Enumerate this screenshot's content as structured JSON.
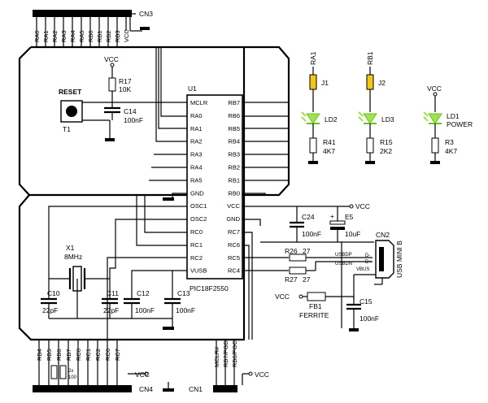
{
  "connectors": {
    "cn3": {
      "name": "CN3",
      "pins": [
        "RA0",
        "RA1",
        "RA2",
        "RA3",
        "RA4",
        "RA5",
        "RB0",
        "RB1",
        "RB2",
        "RB3",
        "VCC"
      ]
    },
    "cn4": {
      "name": "CN4",
      "pins": [
        "RB4",
        "RB5",
        "RB6",
        "RB7",
        "RC0",
        "RC1",
        "RC2",
        "RC6",
        "RC7"
      ],
      "vcc": "VCC"
    },
    "cn1": {
      "name": "CN1",
      "pins": [
        "MCLR#",
        "RB7/PGD",
        "RB6/PGC"
      ],
      "vcc": "VCC"
    },
    "cn2": {
      "name": "CN2",
      "type": "USB MINI B",
      "pins": [
        "D-",
        "D+",
        "VBUS"
      ]
    }
  },
  "mcu": {
    "ref": "U1",
    "part": "PIC18F2550",
    "left_pins": [
      "MCLR",
      "RA0",
      "RA1",
      "RA2",
      "RA3",
      "RA4",
      "RA5",
      "GND",
      "OSC1",
      "OSC2",
      "RC0",
      "RC1",
      "RC2",
      "VUSB"
    ],
    "right_pins": [
      "RB7",
      "RB6",
      "RB5",
      "RB4",
      "RB3",
      "RB2",
      "RB1",
      "RB0",
      "VCC",
      "GND",
      "RC7",
      "RC6",
      "RC5",
      "RC4"
    ]
  },
  "reset": {
    "title": "RESET",
    "switch": "T1",
    "resistor": "R17",
    "resistor_val": "10K",
    "cap": "C14",
    "cap_val": "100nF",
    "vcc": "VCC"
  },
  "leds": [
    {
      "net": "RA1",
      "jumper": "J1",
      "led": "LD2",
      "resistor": "R41",
      "resistor_val": "4K7"
    },
    {
      "net": "RB1",
      "jumper": "J2",
      "led": "LD3",
      "resistor": "R15",
      "resistor_val": "2K2"
    }
  ],
  "power_led": {
    "vcc": "VCC",
    "led": "LD1",
    "label": "POWER",
    "resistor": "R3",
    "resistor_val": "4K7"
  },
  "crystal": {
    "ref": "X1",
    "freq": "8MHz"
  },
  "caps": [
    {
      "ref": "C10",
      "val": "22pF"
    },
    {
      "ref": "C11",
      "val": "22pF"
    },
    {
      "ref": "C12",
      "val": "100nF"
    },
    {
      "ref": "C13",
      "val": "100nF"
    },
    {
      "ref": "C24",
      "val": "100nF"
    },
    {
      "ref": "E5",
      "val": "10uF"
    },
    {
      "ref": "C15",
      "val": "100nF"
    }
  ],
  "usb_resistors": [
    {
      "ref": "R26",
      "val": "27"
    },
    {
      "ref": "R27",
      "val": "27"
    }
  ],
  "usb_nets": [
    "USBDP",
    "USBDN",
    "VBUS"
  ],
  "ferrite": {
    "ref": "FB1",
    "label": "FERRITE",
    "vcc": "VCC"
  },
  "rnet": {
    "count": "2x",
    "val": "100"
  },
  "vcc_label": "VCC",
  "pol_plus": "+"
}
